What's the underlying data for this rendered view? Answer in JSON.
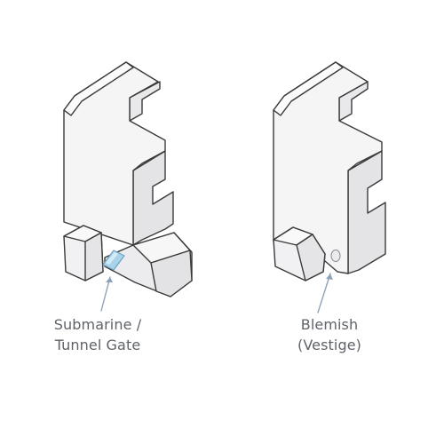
{
  "left_panel": {
    "label_lines": [
      "Submarine /",
      "Tunnel Gate"
    ],
    "gate_color": "#a9d3ea"
  },
  "right_panel": {
    "label_lines": [
      "Blemish",
      "(Vestige)"
    ]
  },
  "colors": {
    "outline": "#3a3a3a",
    "face_light": "#f7f7f8",
    "face_mid": "#eeeef0",
    "face_dark": "#e2e2e5",
    "leader_line": "#8fa3b8",
    "label_text": "#5f6368"
  }
}
